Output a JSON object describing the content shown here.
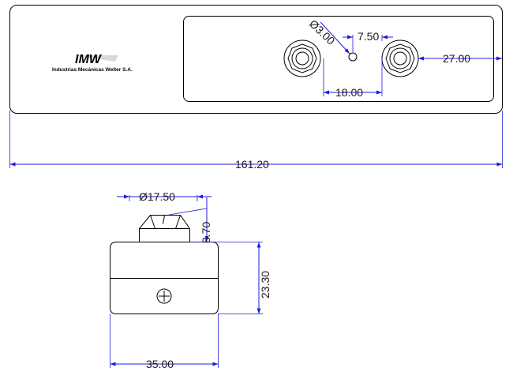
{
  "logo": {
    "mark": "IMW",
    "company": "Industrias Mecánicas Welter S.A."
  },
  "dimensions": {
    "hole_diameter": "Ø3.00",
    "hole_offset": "7.50",
    "terminal_spacing": "18.00",
    "edge_to_terminal": "27.00",
    "overall_length": "161.20",
    "knob_diameter": "Ø17.50",
    "knob_height": "8.70",
    "body_height": "23.30",
    "body_width": "35.00"
  },
  "colors": {
    "dimension_lines": "#1c1ce0",
    "outline": "#000000"
  }
}
